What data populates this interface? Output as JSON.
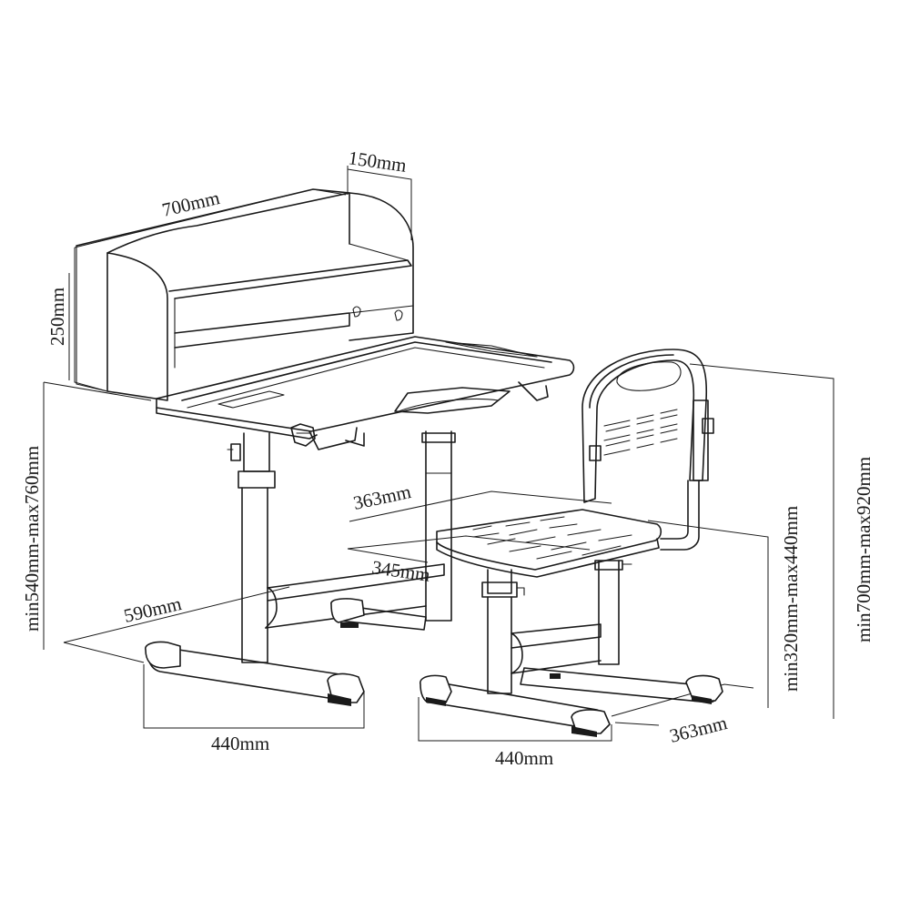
{
  "dimensions": {
    "shelf_depth": "150mm",
    "desk_width": "700mm",
    "shelf_height": "250mm",
    "desk_height": "min540mm-max760mm",
    "desk_depth": "590mm",
    "desk_base_width": "440mm",
    "seat_depth": "363mm",
    "seat_width": "345mm",
    "seat_height": "min320mm-max440mm",
    "chair_height": "min700mm-max920mm",
    "chair_base_width": "440mm",
    "chair_base_depth": "363mm"
  }
}
